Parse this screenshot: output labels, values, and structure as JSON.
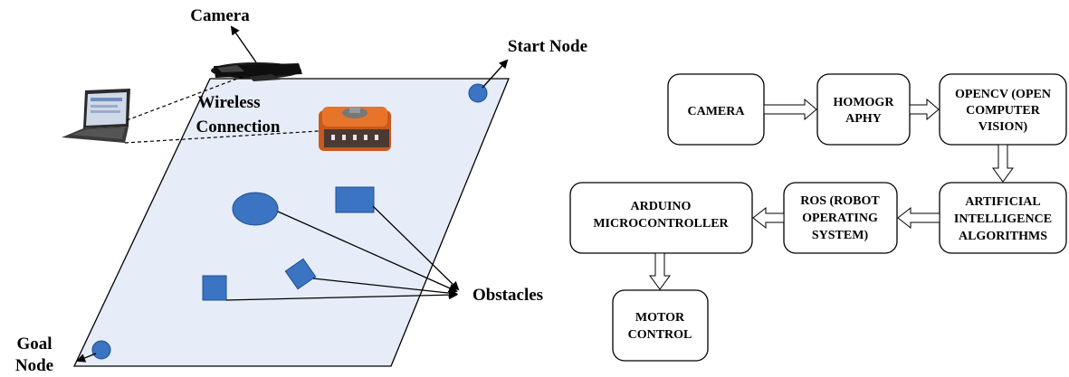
{
  "scene": {
    "camera_label": "Camera",
    "start_node_label": "Start Node",
    "wireless_line1": "Wireless",
    "wireless_line2": "Connection",
    "obstacles_label": "Obstacles",
    "goal_line1": "Goal",
    "goal_line2": "Node",
    "colors": {
      "field_fill": "#e6edf8",
      "node_fill": "#3a74c2",
      "obstacle_fill": "#3a74c2",
      "robot_orange": "#e8742a"
    }
  },
  "flow": {
    "camera": [
      "CAMERA"
    ],
    "homography": [
      "HOMOGR",
      "APHY"
    ],
    "opencv": [
      "OPENCV (OPEN",
      "COMPUTER",
      "VISION)"
    ],
    "ai": [
      "ARTIFICIAL",
      "INTELLIGENCE",
      "ALGORITHMS"
    ],
    "ros": [
      "ROS (ROBOT",
      "OPERATING",
      "SYSTEM)"
    ],
    "arduino": [
      "ARDUINO",
      "MICROCONTROLLER"
    ],
    "motor": [
      "MOTOR",
      "CONTROL"
    ]
  }
}
